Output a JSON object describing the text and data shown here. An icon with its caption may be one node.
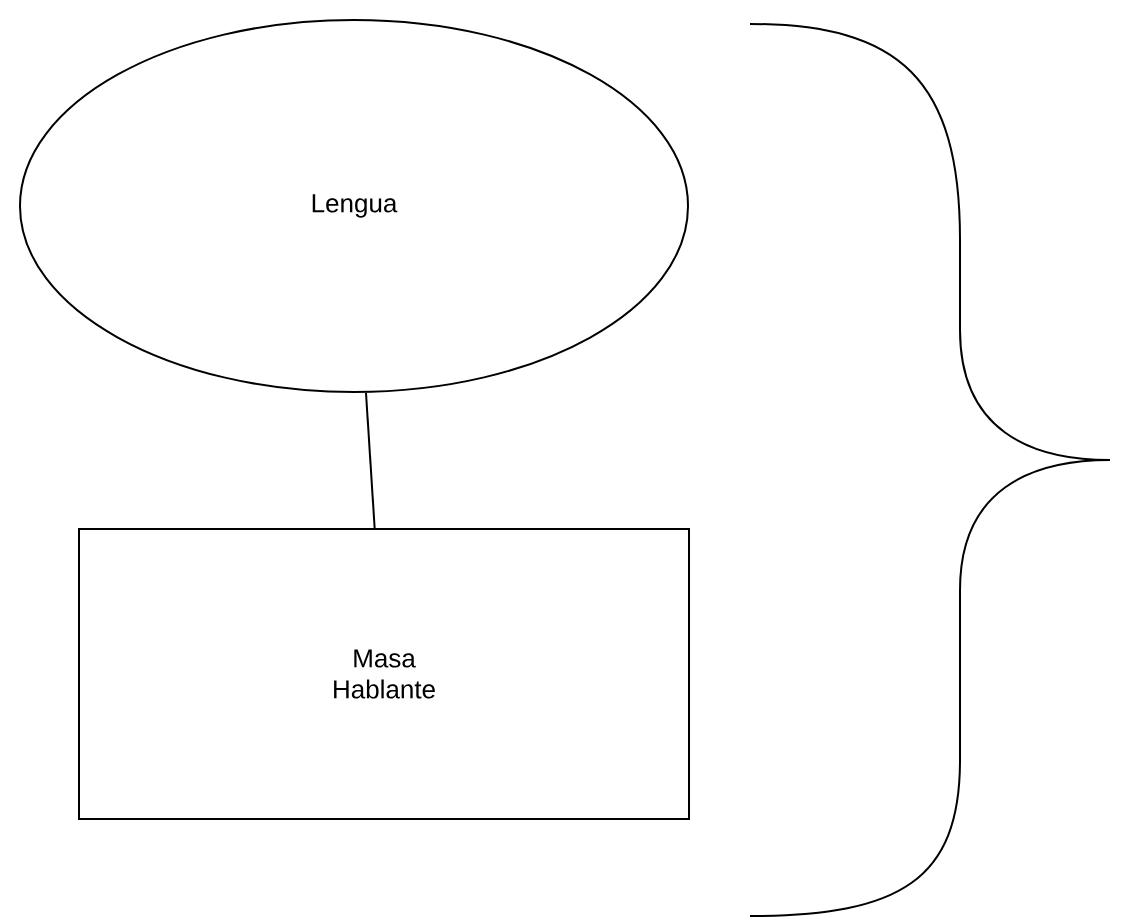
{
  "diagram": {
    "nodes": [
      {
        "text": [
          "Lengua"
        ]
      },
      {
        "text": [
          "Masa Hablante"
        ]
      }
    ],
    "edges": [
      {
        "from": 0,
        "to": 1,
        "arrow": "none"
      }
    ]
  }
}
